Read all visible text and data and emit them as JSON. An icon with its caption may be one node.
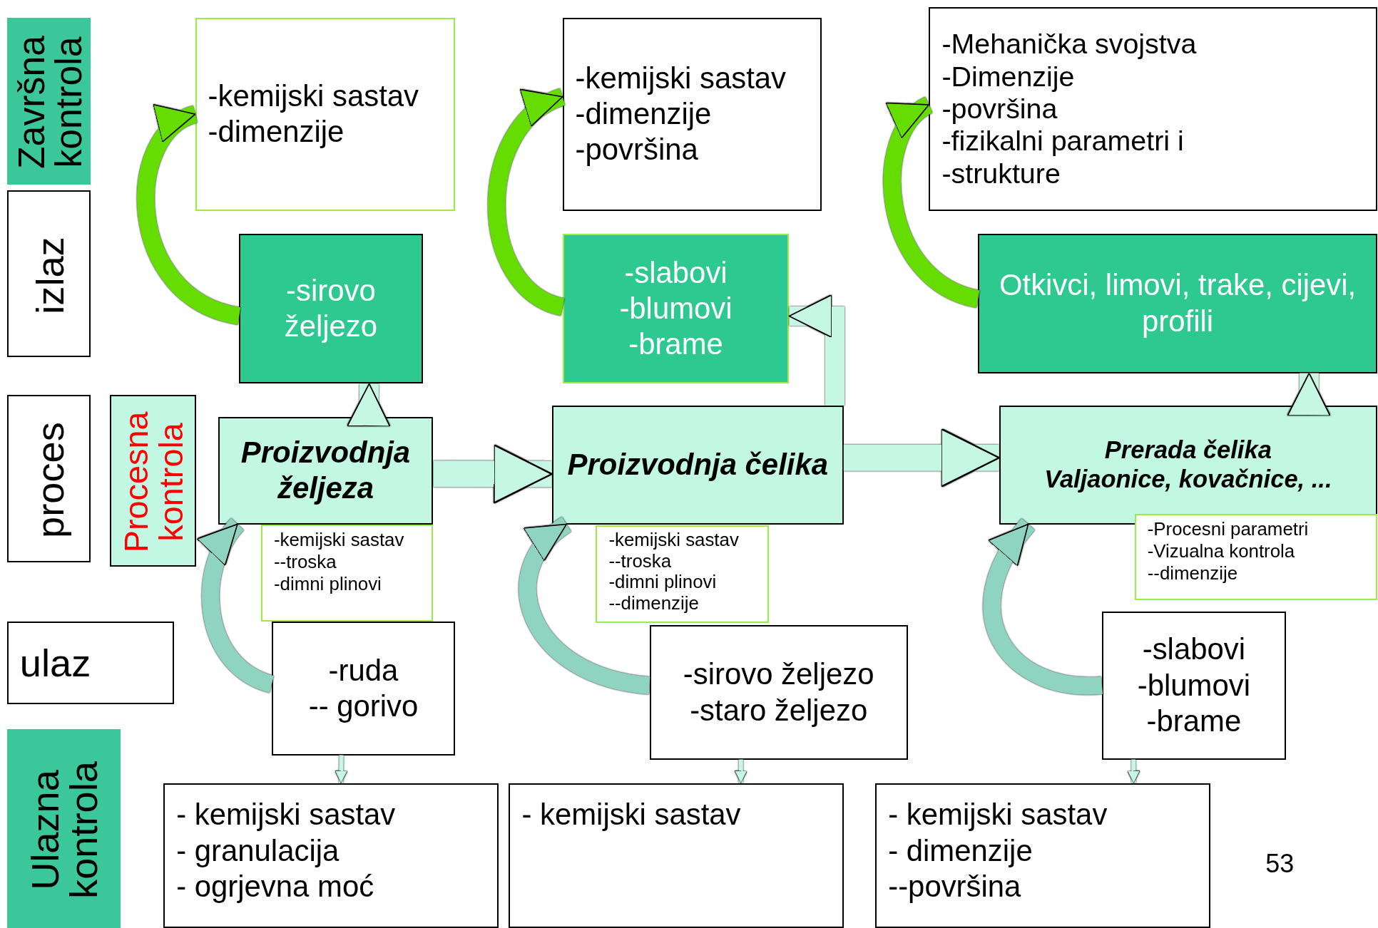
{
  "diagram": {
    "nodes": [
      {
        "text": [
          "Završna kontrola"
        ]
      },
      {
        "text": [
          "izlaz"
        ]
      },
      {
        "text": [
          "proces"
        ]
      },
      {
        "text": [
          "Procesna kontrola"
        ]
      },
      {
        "text": [
          "ulaz"
        ]
      },
      {
        "text": [
          "Ulazna kontrola"
        ]
      },
      {
        "text": [
          "-kemijski sastav",
          "-dimenzije"
        ]
      },
      {
        "text": [
          "-kemijski sastav",
          "-dimenzije",
          "-površina"
        ]
      },
      {
        "text": [
          "-Mehanička svojstva",
          "-Dimenzije",
          "-površina",
          "-fizikalni parametri i",
          "-strukture"
        ]
      },
      {
        "text": [
          "-sirovo željezo"
        ]
      },
      {
        "text": [
          "-slabovi",
          "-blumovi",
          "-brame"
        ]
      },
      {
        "text": [
          "Otkivci, limovi, trake, cijevi, profili"
        ]
      },
      {
        "text": [
          "Proizvodnja željeza"
        ]
      },
      {
        "text": [
          "Proizvodnja čelika"
        ]
      },
      {
        "text": [
          "Prerada čelika",
          "Valjaonice, kovačnice, ..."
        ]
      },
      {
        "text": [
          "-kemijski sastav",
          "--troska",
          "-dimni plinovi"
        ]
      },
      {
        "text": [
          "-kemijski sastav",
          "--troska",
          "-dimni plinovi",
          "--dimenzije"
        ]
      },
      {
        "text": [
          "-Procesni parametri",
          "-Vizualna kontrola",
          "--dimenzije"
        ]
      },
      {
        "text": [
          "-ruda",
          "-- gorivo"
        ]
      },
      {
        "text": [
          "-sirovo željezo",
          "-staro željezo"
        ]
      },
      {
        "text": [
          "-slabovi",
          "-blumovi",
          "-brame"
        ]
      },
      {
        "text": [
          "- kemijski sastav",
          "- granulacija",
          "- ogrjevna moć"
        ]
      },
      {
        "text": [
          "- kemijski sastav"
        ]
      },
      {
        "text": [
          "- kemijski sastav",
          "- dimenzije",
          "--površina"
        ]
      }
    ],
    "edges": [
      {
        "from": 12,
        "to": 13,
        "arrow": "to"
      },
      {
        "from": 13,
        "to": 14,
        "arrow": "to"
      },
      {
        "from": 12,
        "to": 9,
        "arrow": "to"
      },
      {
        "from": 13,
        "to": 10,
        "arrow": "to"
      },
      {
        "from": 14,
        "to": 11,
        "arrow": "to"
      },
      {
        "from": 9,
        "to": 6,
        "arrow": "to",
        "color": "#66dd00"
      },
      {
        "from": 10,
        "to": 7,
        "arrow": "to",
        "color": "#66dd00"
      },
      {
        "from": 11,
        "to": 8,
        "arrow": "to",
        "color": "#66dd00"
      },
      {
        "from": 18,
        "to": 12,
        "arrow": "to",
        "color": "#8fd4c0"
      },
      {
        "from": 19,
        "to": 13,
        "arrow": "to",
        "color": "#8fd4c0"
      },
      {
        "from": 20,
        "to": 14,
        "arrow": "to",
        "color": "#8fd4c0"
      },
      {
        "from": 18,
        "to": 21,
        "arrow": "to"
      },
      {
        "from": 19,
        "to": 22,
        "arrow": "to"
      },
      {
        "from": 20,
        "to": 23,
        "arrow": "to"
      }
    ],
    "labels": [
      "53"
    ]
  }
}
